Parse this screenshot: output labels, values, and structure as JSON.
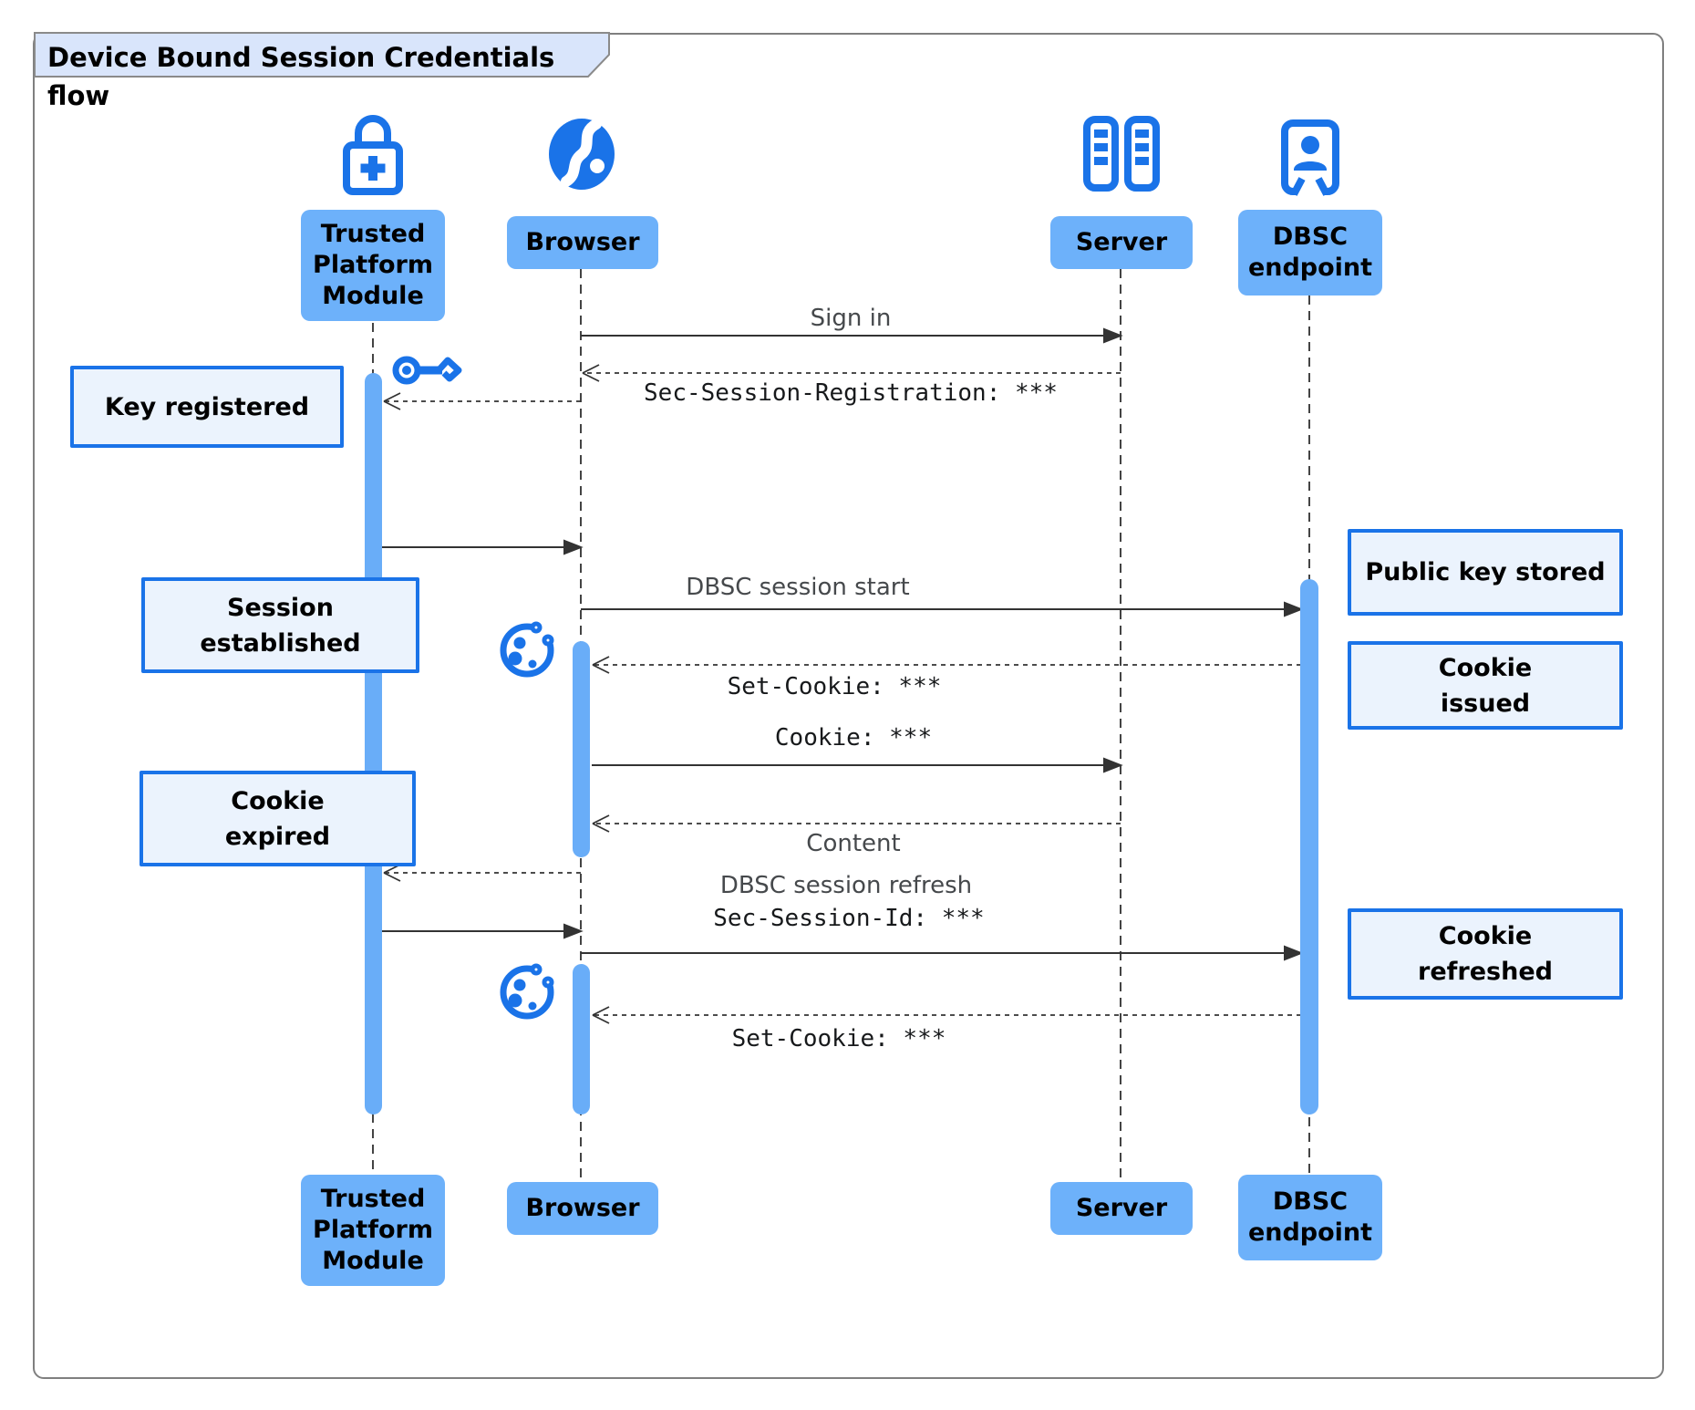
{
  "title": "Device Bound Session Credentials flow",
  "diagram_type": "sequence-diagram",
  "colors": {
    "accent_blue": "#1a73e8",
    "actor_fill": "#6db1fa",
    "activation_bar_fill": "#69adf8",
    "note_fill": "#ebf3fd",
    "note_border": "#1a73e8",
    "title_tab_fill": "#d9e5fb",
    "frame_border": "#7f7f7f",
    "arrow_color": "#333333"
  },
  "actors": {
    "tpm": {
      "label": "Trusted Platform Module",
      "lines": [
        "Trusted",
        "Platform",
        "Module"
      ],
      "icon": "lock-plus-icon"
    },
    "browser": {
      "label": "Browser",
      "icon": "globe-icon"
    },
    "server": {
      "label": "Server",
      "icon": "server-rack-icon"
    },
    "dbsc": {
      "label": "DBSC endpoint",
      "lines": [
        "DBSC",
        "endpoint"
      ],
      "icon": "badge-person-icon"
    }
  },
  "messages": {
    "sign_in": {
      "label": "Sign in",
      "from": "Browser",
      "to": "Server",
      "line": "solid"
    },
    "sec_session_registration": {
      "label": "Sec-Session-Registration: ***",
      "from": "Server",
      "to": "Browser",
      "line": "dashed"
    },
    "browser_to_tpm_register": {
      "label": "",
      "from": "Browser",
      "to": "Trusted Platform Module",
      "line": "dashed"
    },
    "tpm_to_browser_key": {
      "label": "",
      "from": "Trusted Platform Module",
      "to": "Browser",
      "line": "solid"
    },
    "dbsc_session_start": {
      "label": "DBSC session start",
      "from": "Browser",
      "to": "DBSC endpoint",
      "line": "solid"
    },
    "set_cookie_1": {
      "label": "Set-Cookie: ***",
      "from": "DBSC endpoint",
      "to": "Browser",
      "line": "dashed"
    },
    "cookie": {
      "label": "Cookie: ***",
      "from": "Browser",
      "to": "Server",
      "line": "solid"
    },
    "content": {
      "label": "Content",
      "from": "Server",
      "to": "Browser",
      "line": "dashed"
    },
    "browser_to_tpm_expired": {
      "label": "",
      "from": "Browser",
      "to": "Trusted Platform Module",
      "line": "dashed"
    },
    "tpm_to_browser_sign": {
      "label": "",
      "from": "Trusted Platform Module",
      "to": "Browser",
      "line": "solid"
    },
    "dbsc_session_refresh": {
      "label": "DBSC session refresh",
      "label2": "Sec-Session-Id: ***",
      "from": "Browser",
      "to": "DBSC endpoint",
      "line": "solid"
    },
    "set_cookie_2": {
      "label": "Set-Cookie: ***",
      "from": "DBSC endpoint",
      "to": "Browser",
      "line": "dashed"
    }
  },
  "notes": {
    "key_registered": {
      "lines": [
        "Key registered"
      ]
    },
    "session_established": {
      "lines": [
        "Session",
        "established"
      ]
    },
    "cookie_expired": {
      "lines": [
        "Cookie",
        "expired"
      ]
    },
    "public_key_stored": {
      "lines": [
        "Public key stored"
      ]
    },
    "cookie_issued": {
      "lines": [
        "Cookie",
        "issued"
      ]
    },
    "cookie_refreshed": {
      "lines": [
        "Cookie",
        "refreshed"
      ]
    }
  },
  "icons": [
    "lock-plus-icon",
    "globe-icon",
    "server-rack-icon",
    "badge-person-icon",
    "key-icon",
    "cookie-icon"
  ]
}
